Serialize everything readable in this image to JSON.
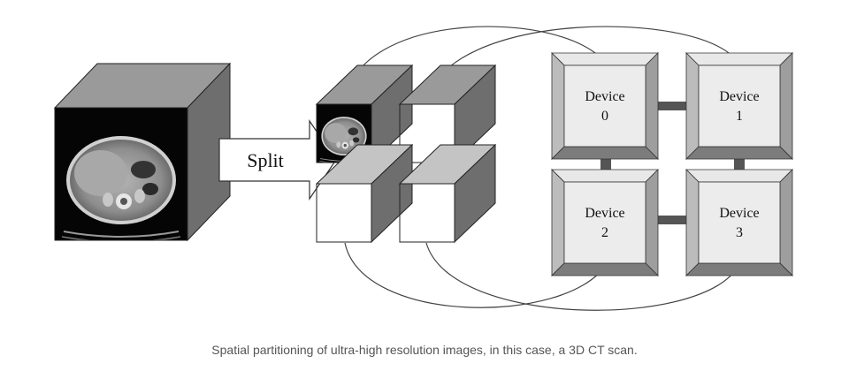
{
  "diagram": {
    "split_label": "Split",
    "devices": [
      {
        "label": "Device",
        "index": "0"
      },
      {
        "label": "Device",
        "index": "1"
      },
      {
        "label": "Device",
        "index": "2"
      },
      {
        "label": "Device",
        "index": "3"
      }
    ]
  },
  "caption": "Spatial partitioning of ultra-high resolution images, in this case, a 3D CT scan."
}
